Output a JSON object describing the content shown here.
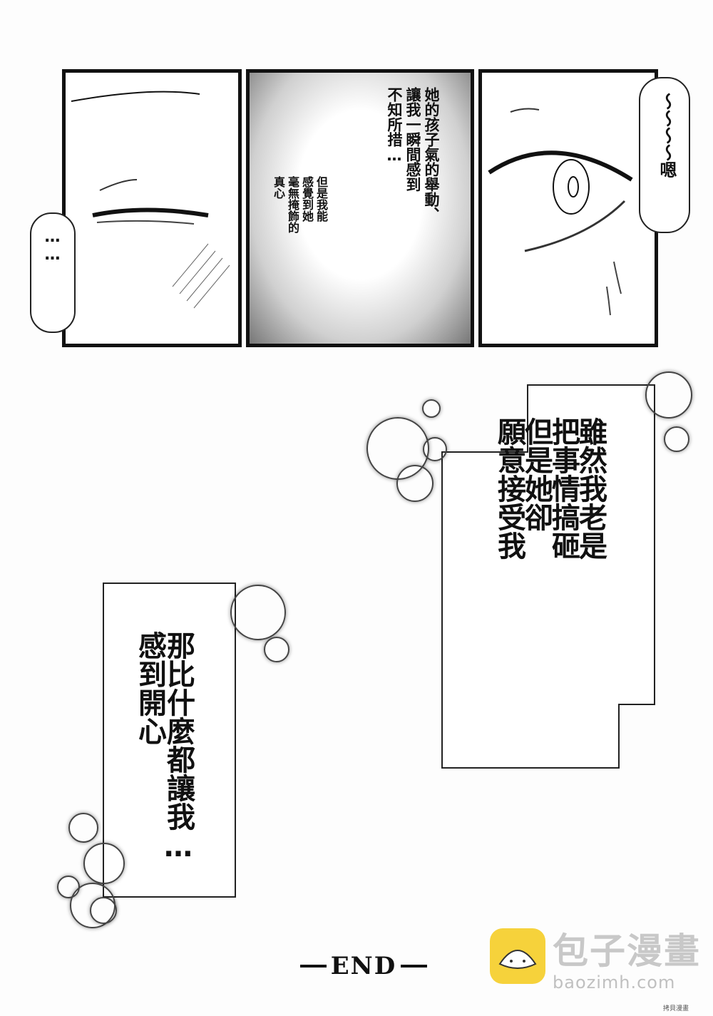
{
  "panels": {
    "p1": {
      "bubble": "……"
    },
    "p2": {
      "caption_main": "她的孩子氣的舉動、\n讓我一瞬間感到\n不知所措…",
      "caption_sub": "但是我能\n感覺到她\n毫無掩飾的\n真心"
    },
    "p3": {
      "bubble": "～～～～嗯"
    }
  },
  "narration": {
    "right_box": "雖然我老是\n把事情搞砸\n但是她卻\n願意接受我",
    "left_box": "那比什麼都讓我…\n感到開心"
  },
  "end_label": "END",
  "watermark": {
    "name": "包子漫畫",
    "url": "baozimh.com",
    "small": "拷貝漫畫"
  },
  "colors": {
    "ink": "#111111",
    "logo_yellow": "#f6d23b",
    "watermark_gray": "#c8c8c8"
  }
}
